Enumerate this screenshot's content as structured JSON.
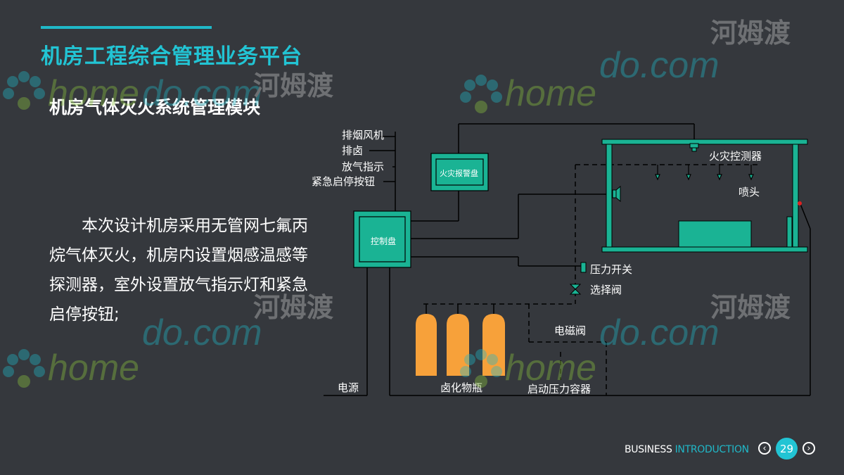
{
  "header": {
    "title": "机房工程综合管理业务平台",
    "subtitle": "机房气体灭火系统管理模块"
  },
  "body": {
    "text": "本次设计机房采用无管网七氟丙烷气体灭火，机房内设置烟感温感等探测器，室外设置放气指示灯和紧急启停按钮;"
  },
  "diagram": {
    "labels": {
      "exhaust_fan": "排烟风机",
      "exhaust_halon": "排卤",
      "discharge_indicator": "放气指示",
      "emergency_button": "紧急启停按钮",
      "alarm_panel": "火灾报警盘",
      "control_panel": "控制盘",
      "fire_detector": "火灾控测器",
      "nozzle": "喷头",
      "pressure_switch": "压力开关",
      "selector_valve": "选择阀",
      "solenoid_valve": "电磁阀",
      "power": "电源",
      "halide_cylinders": "卤化物瓶",
      "startup_container": "启动压力容器"
    }
  },
  "watermark": {
    "brand": "homedo.com",
    "cn": "河姆渡"
  },
  "footer": {
    "business": "BUSINESS",
    "introduction": "INTRODUCTION",
    "page": "29",
    "prev_icon": "chevron-left-icon",
    "next_icon": "chevron-right-icon"
  },
  "colors": {
    "background": "#35383d",
    "accent": "#20b8c8",
    "equipment": "#1ab394",
    "cylinder": "#f7a13a"
  }
}
